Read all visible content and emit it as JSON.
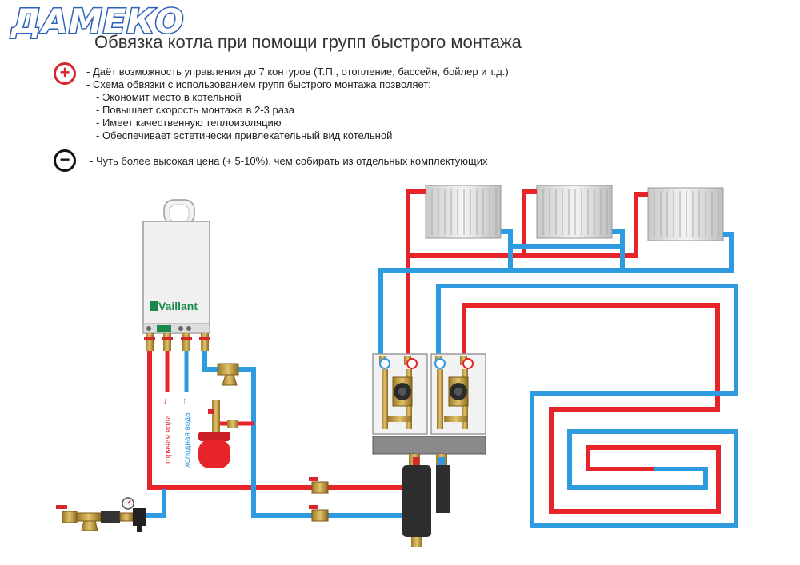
{
  "header": {
    "logo": "ДАМЕКО",
    "title": "Обвязка котла при помощи групп быстрого монтажа"
  },
  "pros": {
    "sign": "+",
    "items": [
      "- Даёт возможность управления до 7 контуров (Т.П., отопление, бассейн, бойлер и т.д.)",
      "- Схема обвязки с использованием групп быстрого монтажа позволяет:"
    ],
    "subitems": [
      "- Экономит место в котельной",
      "- Повышает скорость монтажа в 2-3 раза",
      "- Имеет качественную теплоизоляцию",
      "- Обеспечивает эстетически привлекательный вид котельной"
    ]
  },
  "cons": {
    "sign": "−",
    "text": "- Чуть более высокая цена (+ 5-10%), чем собирать из отдельных комплектующих"
  },
  "diagram": {
    "boiler_brand": "Vaillant",
    "hot_water_label": "горячая вода",
    "cold_water_label": "холодная вода",
    "colors": {
      "supply": "#e8242b",
      "return": "#2e9be0",
      "cold": "#2e9be0",
      "manifold": "#3c3c3c",
      "boiler": "#eeeeee",
      "brand_green": "#1a8a4a",
      "expansion_tank": "#e8242b",
      "logo": "#2e63b8"
    }
  }
}
